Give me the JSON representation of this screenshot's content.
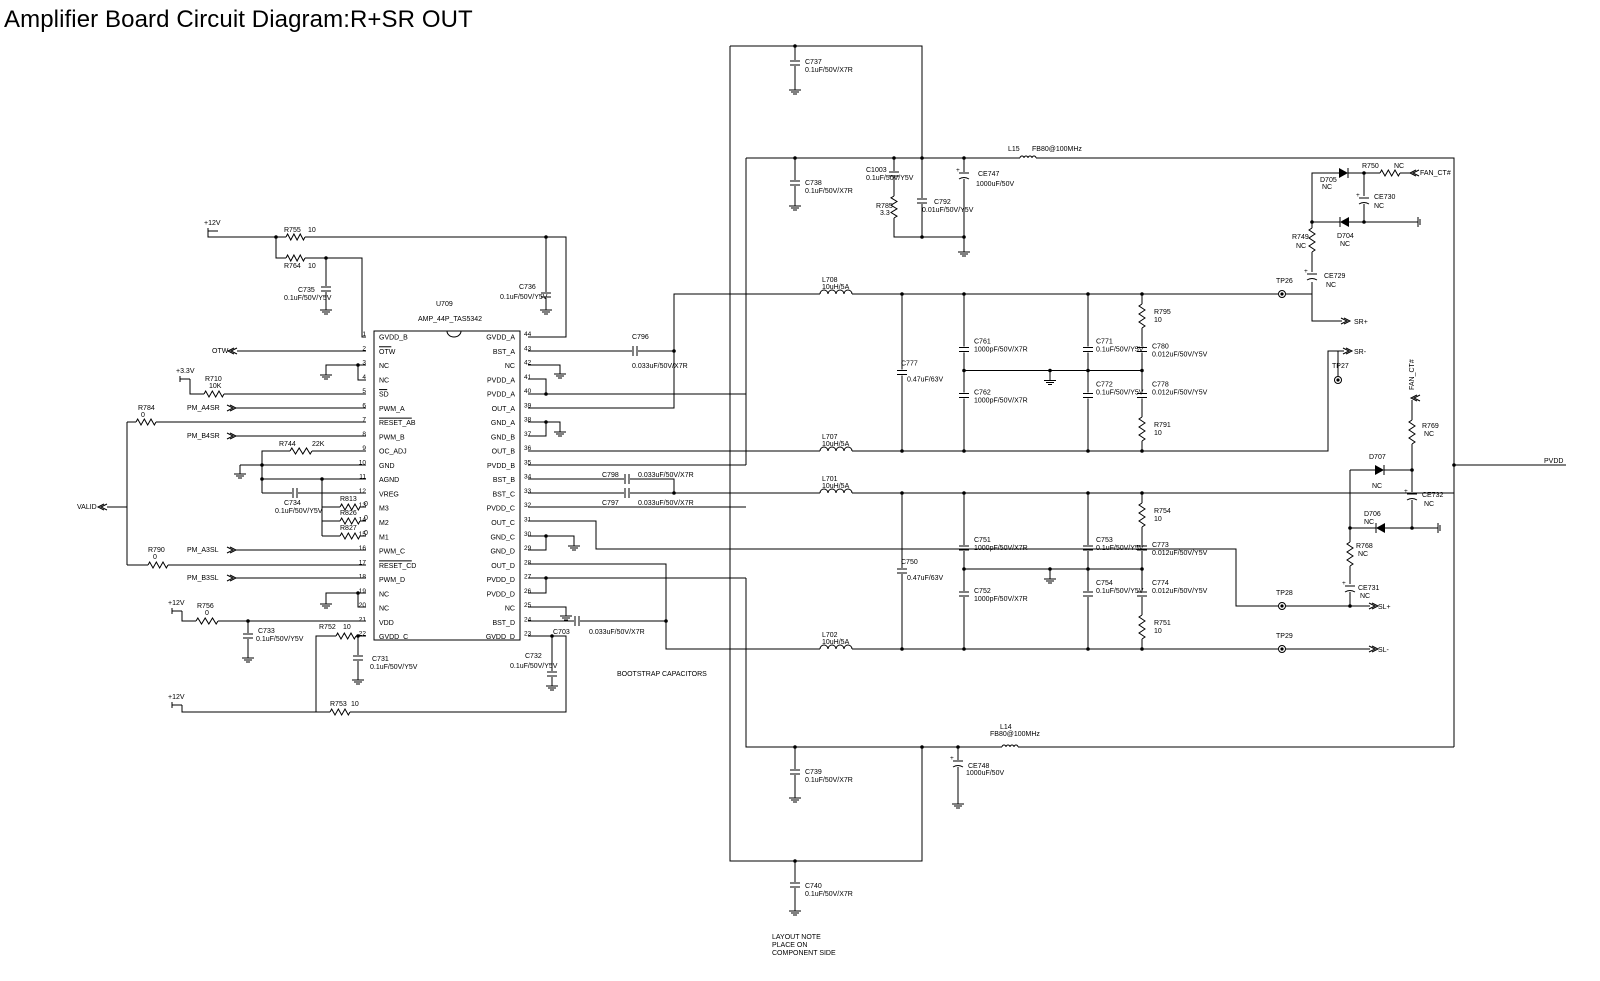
{
  "title": "Amplifier Board Circuit Diagram:R+SR OUT",
  "ic": {
    "ref": "U709",
    "part": "AMP_44P_TAS5342",
    "left_pins": [
      {
        "num": "1",
        "name": "GVDD_B"
      },
      {
        "num": "2",
        "name": "OTW"
      },
      {
        "num": "3",
        "name": "NC"
      },
      {
        "num": "4",
        "name": "NC"
      },
      {
        "num": "5",
        "name": "SD"
      },
      {
        "num": "6",
        "name": "PWM_A"
      },
      {
        "num": "7",
        "name": "RESET_AB"
      },
      {
        "num": "8",
        "name": "PWM_B"
      },
      {
        "num": "9",
        "name": "OC_ADJ"
      },
      {
        "num": "10",
        "name": "GND"
      },
      {
        "num": "11",
        "name": "AGND"
      },
      {
        "num": "12",
        "name": "VREG"
      },
      {
        "num": "13",
        "name": "M3"
      },
      {
        "num": "14",
        "name": "M2"
      },
      {
        "num": "15",
        "name": "M1"
      },
      {
        "num": "16",
        "name": "PWM_C"
      },
      {
        "num": "17",
        "name": "RESET_CD"
      },
      {
        "num": "18",
        "name": "PWM_D"
      },
      {
        "num": "19",
        "name": "NC"
      },
      {
        "num": "20",
        "name": "NC"
      },
      {
        "num": "21",
        "name": "VDD"
      },
      {
        "num": "22",
        "name": "GVDD_C"
      }
    ],
    "right_pins": [
      {
        "num": "44",
        "name": "GVDD_A"
      },
      {
        "num": "43",
        "name": "BST_A"
      },
      {
        "num": "42",
        "name": "NC"
      },
      {
        "num": "41",
        "name": "PVDD_A"
      },
      {
        "num": "40",
        "name": "PVDD_A"
      },
      {
        "num": "39",
        "name": "OUT_A"
      },
      {
        "num": "38",
        "name": "GND_A"
      },
      {
        "num": "37",
        "name": "GND_B"
      },
      {
        "num": "36",
        "name": "OUT_B"
      },
      {
        "num": "35",
        "name": "PVDD_B"
      },
      {
        "num": "34",
        "name": "BST_B"
      },
      {
        "num": "33",
        "name": "BST_C"
      },
      {
        "num": "32",
        "name": "PVDD_C"
      },
      {
        "num": "31",
        "name": "OUT_C"
      },
      {
        "num": "30",
        "name": "GND_C"
      },
      {
        "num": "29",
        "name": "GND_D"
      },
      {
        "num": "28",
        "name": "OUT_D"
      },
      {
        "num": "27",
        "name": "PVDD_D"
      },
      {
        "num": "26",
        "name": "PVDD_D"
      },
      {
        "num": "25",
        "name": "NC"
      },
      {
        "num": "24",
        "name": "BST_D"
      },
      {
        "num": "23",
        "name": "GVDD_D"
      }
    ]
  },
  "labels": {
    "v12_top": "+12V",
    "v12_mid": "+12V",
    "v12_bot": "+12V",
    "v33": "+3.3V",
    "otw": "OTW",
    "pm_a4sr": "PM_A4SR",
    "pm_b4sr": "PM_B4SR",
    "pm_a3sl": "PM_A3SL",
    "pm_b3sl": "PM_B3SL",
    "valid": "VALID",
    "pvdd": "PVDD",
    "fan_ct1": "FAN_CT#",
    "fan_ct2": "FAN_CT#",
    "sr_plus": "SR+",
    "sr_minus": "SR-",
    "sl_plus": "SL+",
    "sl_minus": "SL-",
    "bootstrap": "BOOTSTRAP CAPACITORS",
    "layout_note": [
      "LAYOUT NOTE",
      "PLACE ON",
      "COMPONENT SIDE"
    ]
  },
  "parts": {
    "r755": [
      "R755",
      "10"
    ],
    "r764": [
      "R764",
      "10"
    ],
    "c735": [
      "C735",
      "0.1uF/50V/Y5V"
    ],
    "c736": [
      "C736",
      "0.1uF/50V/Y5V"
    ],
    "r710": [
      "R710",
      "10K"
    ],
    "r784": [
      "R784",
      "0"
    ],
    "r744": [
      "R744",
      "22K"
    ],
    "c734": [
      "C734",
      "0.1uF/50V/Y5V"
    ],
    "r813": [
      "R813",
      "0"
    ],
    "r826": [
      "R826",
      "0"
    ],
    "r827": [
      "R827",
      "0"
    ],
    "r790": [
      "R790",
      "0"
    ],
    "r756": [
      "R756",
      "0"
    ],
    "c733": [
      "C733",
      "0.1uF/50V/Y5V"
    ],
    "r752": [
      "R752",
      "10"
    ],
    "c731": [
      "C731",
      "0.1uF/50V/Y5V"
    ],
    "c732": [
      "C732",
      "0.1uF/50V/Y5V"
    ],
    "r753": [
      "R753",
      "10"
    ],
    "c796": [
      "C796",
      "0.033uF/50V/X7R"
    ],
    "c798": [
      "C798",
      "0.033uF/50V/X7R"
    ],
    "c797": [
      "C797",
      "0.033uF/50V/X7R"
    ],
    "c703": [
      "C703",
      "0.033uF/50V/X7R"
    ],
    "c737": [
      "C737",
      "0.1uF/50V/X7R"
    ],
    "c738": [
      "C738",
      "0.1uF/50V/X7R"
    ],
    "c739": [
      "C739",
      "0.1uF/50V/X7R"
    ],
    "c740": [
      "C740",
      "0.1uF/50V/X7R"
    ],
    "c1003": [
      "C1003",
      "0.1uF/50V/Y5V"
    ],
    "r785": [
      "R785",
      "3.3"
    ],
    "c792": [
      "C792",
      "0.01uF/50V/Y5V"
    ],
    "ce747": [
      "CE747",
      "1000uF/50V"
    ],
    "ce748": [
      "CE748",
      "1000uF/50V"
    ],
    "l15": [
      "L15",
      "FB80@100MHz"
    ],
    "l14": [
      "L14",
      "FB80@100MHz"
    ],
    "l708": [
      "L708",
      "10uH/5A"
    ],
    "l707": [
      "L707",
      "10uH/5A"
    ],
    "l701": [
      "L701",
      "10uH/5A"
    ],
    "l702": [
      "L702",
      "10uH/5A"
    ],
    "c777": [
      "C777",
      "0.47uF/63V"
    ],
    "c750": [
      "C750",
      "0.47uF/63V"
    ],
    "c761": [
      "C761",
      "1000pF/50V/X7R"
    ],
    "c762": [
      "C762",
      "1000pF/50V/X7R"
    ],
    "c751": [
      "C751",
      "1000pF/50V/X7R"
    ],
    "c752": [
      "C752",
      "1000pF/50V/X7R"
    ],
    "c771": [
      "C771",
      "0.1uF/50V/Y5V"
    ],
    "c772": [
      "C772",
      "0.1uF/50V/Y5V"
    ],
    "c753": [
      "C753",
      "0.1uF/50V/Y5V"
    ],
    "c754": [
      "C754",
      "0.1uF/50V/Y5V"
    ],
    "c780": [
      "C780",
      "0.012uF/50V/Y5V"
    ],
    "c778": [
      "C778",
      "0.012uF/50V/Y5V"
    ],
    "c773": [
      "C773",
      "0.012uF/50V/Y5V"
    ],
    "c774": [
      "C774",
      "0.012uF/50V/Y5V"
    ],
    "r795": [
      "R795",
      "10"
    ],
    "r791": [
      "R791",
      "10"
    ],
    "r754": [
      "R754",
      "10"
    ],
    "r751": [
      "R751",
      "10"
    ],
    "r750": [
      "R750",
      "NC"
    ],
    "d705": [
      "D705",
      "NC"
    ],
    "ce730": [
      "CE730",
      "NC"
    ],
    "r749": [
      "R749",
      "NC"
    ],
    "d704": [
      "D704",
      "NC"
    ],
    "ce729": [
      "CE729",
      "NC"
    ],
    "r769": [
      "R769",
      "NC"
    ],
    "d707": [
      "D707",
      "NC"
    ],
    "ce732": [
      "CE732",
      "NC"
    ],
    "d706": [
      "D706",
      "NC"
    ],
    "r768": [
      "R768",
      "NC"
    ],
    "ce731": [
      "CE731",
      "NC"
    ],
    "tp26": "TP26",
    "tp27": "TP27",
    "tp28": "TP28",
    "tp29": "TP29"
  }
}
